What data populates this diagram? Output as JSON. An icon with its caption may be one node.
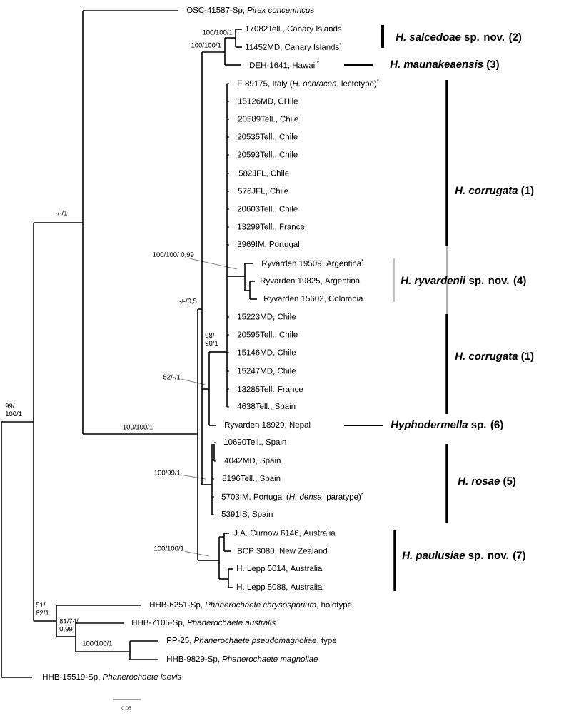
{
  "diagram": {
    "nodes": [
      {
        "text": [
          "100/100/ 0,99"
        ]
      },
      {
        "text": [
          "52/-/1"
        ]
      },
      {
        "text": [
          "100/99/1"
        ]
      },
      {
        "text": [
          "100/100/1"
        ]
      }
    ],
    "edges": [
      {
        "from": 0,
        "to": null,
        "arrow": "none"
      },
      {
        "from": 1,
        "to": null,
        "arrow": "none"
      },
      {
        "from": 2,
        "to": null,
        "arrow": "none"
      },
      {
        "from": 3,
        "to": null,
        "arrow": "none"
      }
    ],
    "labels": [
      "OSC-41587-Sp, *Pirex concentricus*",
      "17082Tell., Canary Islands",
      "11452MD, Canary Islands$^{*}$",
      "DEH-1641, Hawaii$^{*}$",
      "F-89175, Italy (*H. ochracea*, lectotype)$^{*}$",
      "15126MD, CHile",
      "20589Tell., Chile",
      "20535Tell., Chile",
      "20593Tell., Chile",
      "582JFL, Chile",
      "576JFL, Chile",
      "20603Tell., Chile",
      "13299Tell., France",
      "3969IM, Portugal",
      "Ryvarden 19509, Argentina$^{*}$",
      "Ryvarden 19825, Argentina",
      "Ryvarden 15602, Colombia",
      "15223MD, Chile",
      "20595Tell., Chile",
      "15146MD, Chile",
      "15247MD, Chile",
      "13285Tell. France",
      "4638Tell., Spain",
      "Ryvarden 18929, Nepal",
      "10690Tell., Spain",
      "4042MD, Spain",
      "8196Tell., Spain",
      "5703IM, Portugal (*H. densa*, paratype)$^{*}$",
      "5391IS, Spain",
      "J.A. Curnow 6146, Australia",
      "BCP 3080, New Zealand",
      "H. Lepp 5014, Australia",
      "H. Lepp 5088, Australia",
      "HHB-6251-Sp, *Phanerochaete chrysosporium*, holotype",
      "HHB-7105-Sp, *Phanerochaete australis*",
      "PP-25, *Phanerochaete pseudomagnoliae*, type",
      "HHB-9829-Sp, *Phanerochaete magnoliae*",
      "HHB-15519-Sp, *Phanerochaete laevis*",
      "*H. salcedoae* sp. nov. (2)",
      "*H. maunakeaensis* (3)",
      "*H. corrugata* (1)",
      "*H. ryvardenii* sp. nov. (4)",
      "*H. corrugata* (1)",
      "*Hyphodermella* sp. (6)",
      "*H. rosae* (5)",
      "*H. paulusiae* sp. nov. (7)",
      "-/-/1",
      "100/100/1",
      "100/100/1",
      "-/-/0,5",
      "98/ 90/1",
      "99/ 100/1",
      "100/100/1",
      "51/ 82/1",
      "81/74/ 0,99",
      "100/100/1",
      "0.05"
    ]
  }
}
